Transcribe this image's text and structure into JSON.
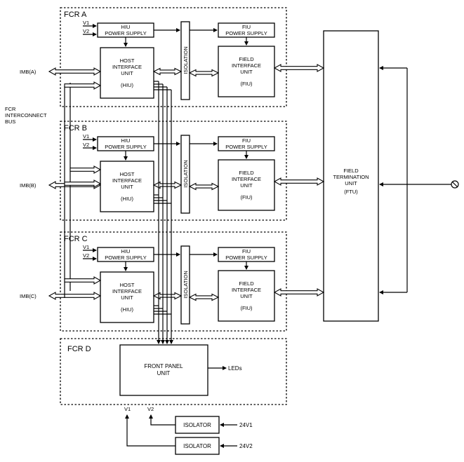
{
  "fcr": [
    {
      "title": "FCR A",
      "hiu_ps": [
        "HIU",
        "POWER SUPPLY"
      ],
      "fiu_ps": [
        "FIU",
        "POWER SUPPLY"
      ],
      "hiu": [
        "HOST",
        "INTERFACE",
        "UNIT",
        "(HIU)"
      ],
      "fiu": [
        "FIELD",
        "INTERFACE",
        "UNIT",
        "(FIU)"
      ],
      "isolation": "ISOLATION",
      "v1": "V1",
      "v2": "V2",
      "imb": "IMB(A)"
    },
    {
      "title": "FCR B",
      "hiu_ps": [
        "HIU",
        "POWER SUPPLY"
      ],
      "fiu_ps": [
        "FIU",
        "POWER SUPPLY"
      ],
      "hiu": [
        "HOST",
        "INTERFACE",
        "UNIT",
        "(HIU)"
      ],
      "fiu": [
        "FIELD",
        "INTERFACE",
        "UNIT",
        "(FIU)"
      ],
      "isolation": "ISOLATION",
      "v1": "V1",
      "v2": "V2",
      "imb": "IMB(B)"
    },
    {
      "title": "FCR C",
      "hiu_ps": [
        "HIU",
        "POWER SUPPLY"
      ],
      "fiu_ps": [
        "FIU",
        "POWER SUPPLY"
      ],
      "hiu": [
        "HOST",
        "INTERFACE",
        "UNIT",
        "(HIU)"
      ],
      "fiu": [
        "FIELD",
        "INTERFACE",
        "UNIT",
        "(FIU)"
      ],
      "isolation": "ISOLATION",
      "v1": "V1",
      "v2": "V2",
      "imb": "IMB(C)"
    }
  ],
  "interconnect": [
    "FCR",
    "INTERCONNECT",
    "BUS"
  ],
  "ftu": [
    "FIELD",
    "TERMINATION",
    "UNIT",
    "(FTU)"
  ],
  "fcr_d": {
    "title": "FCR D",
    "front_panel": [
      "FRONT PANEL",
      "UNIT"
    ],
    "leds": "LEDs"
  },
  "power": {
    "v1": "V1",
    "v2": "V2",
    "isolator1": "ISOLATOR",
    "isolator2": "ISOLATOR",
    "in1": "24V1",
    "in2": "24V2"
  }
}
